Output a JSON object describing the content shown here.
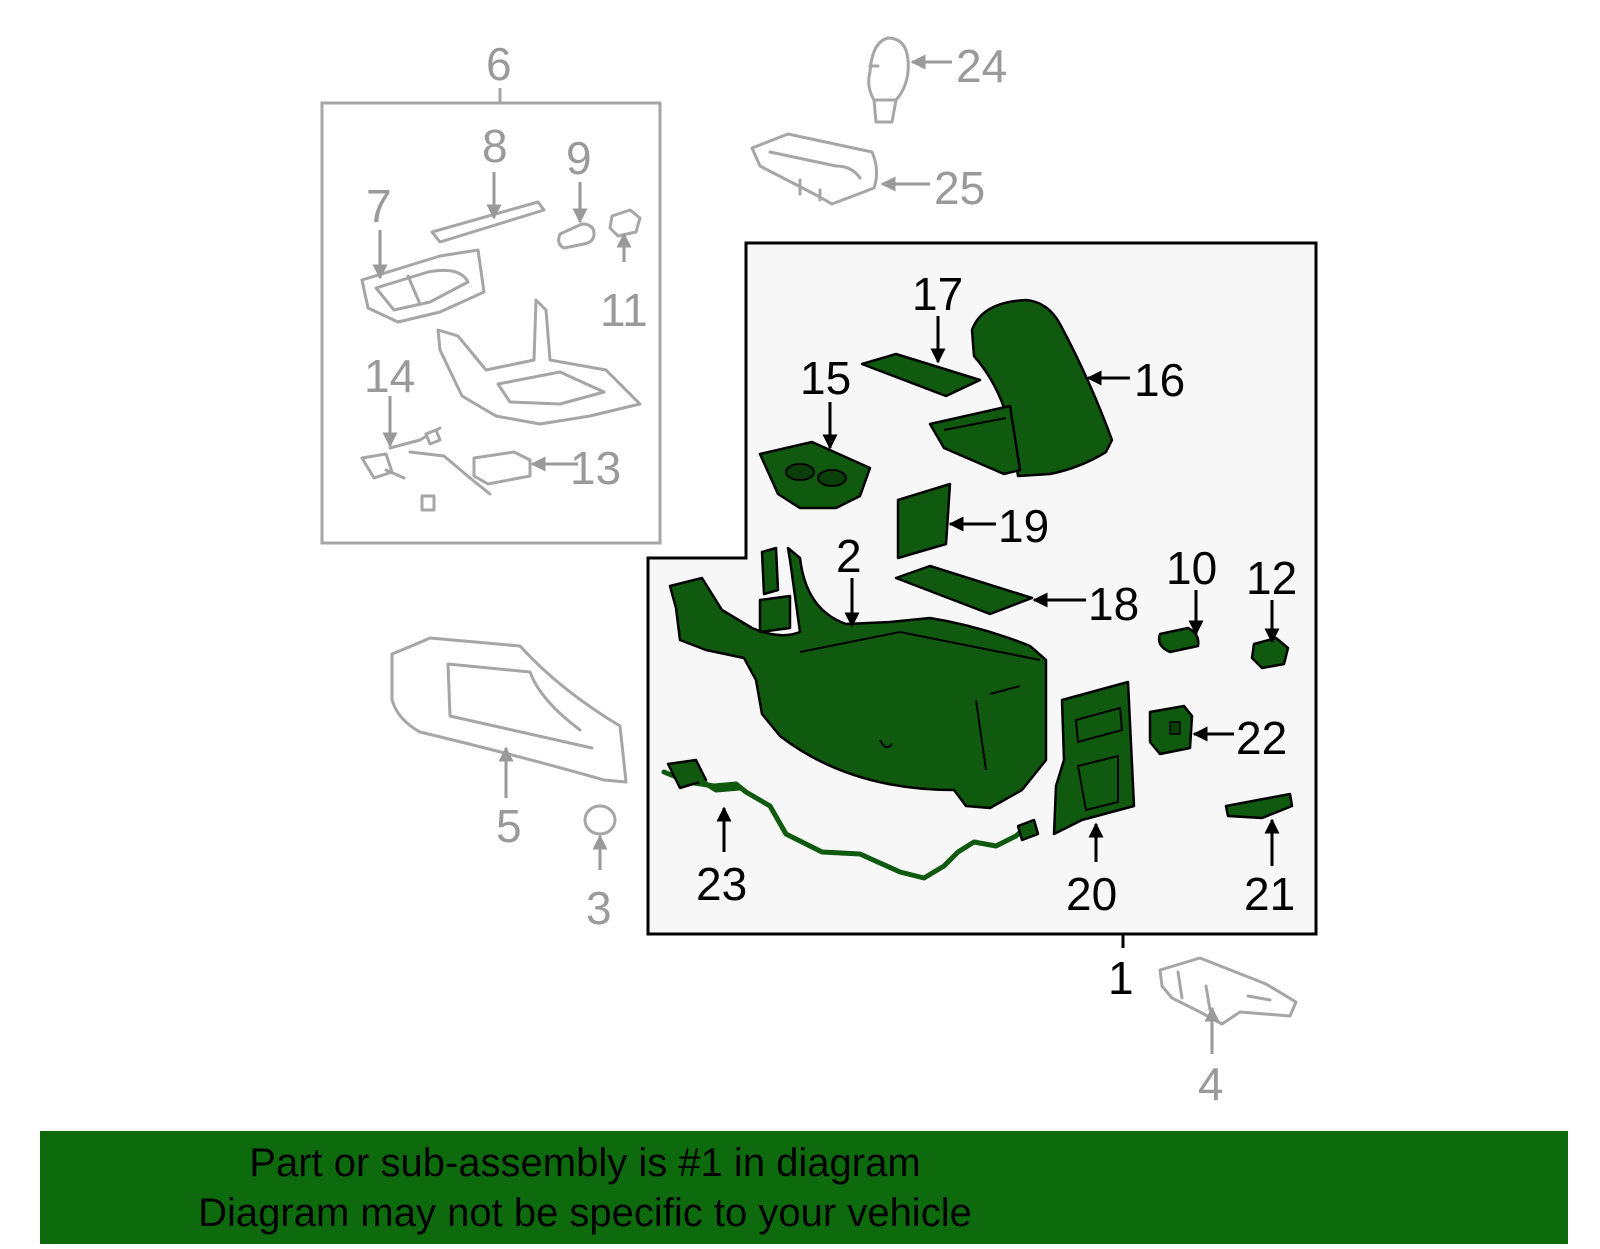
{
  "banner": {
    "line1": "Part or sub-assembly is #1 in diagram",
    "line2": "Diagram may not be specific to your vehicle",
    "background_color": "#0d6b0d",
    "text_color": "#000000"
  },
  "colors": {
    "highlight_part": "#0f5a0f",
    "other_part": "#a6a6a6",
    "assembly_box_fill": "#f7f7f7"
  },
  "callouts": {
    "c1": "1",
    "c2": "2",
    "c3": "3",
    "c4": "4",
    "c5": "5",
    "c6": "6",
    "c7": "7",
    "c8": "8",
    "c9": "9",
    "c10": "10",
    "c11": "11",
    "c12": "12",
    "c13": "13",
    "c14": "14",
    "c15": "15",
    "c16": "16",
    "c17": "17",
    "c18": "18",
    "c19": "19",
    "c20": "20",
    "c21": "21",
    "c22": "22",
    "c23": "23",
    "c24": "24",
    "c25": "25"
  }
}
